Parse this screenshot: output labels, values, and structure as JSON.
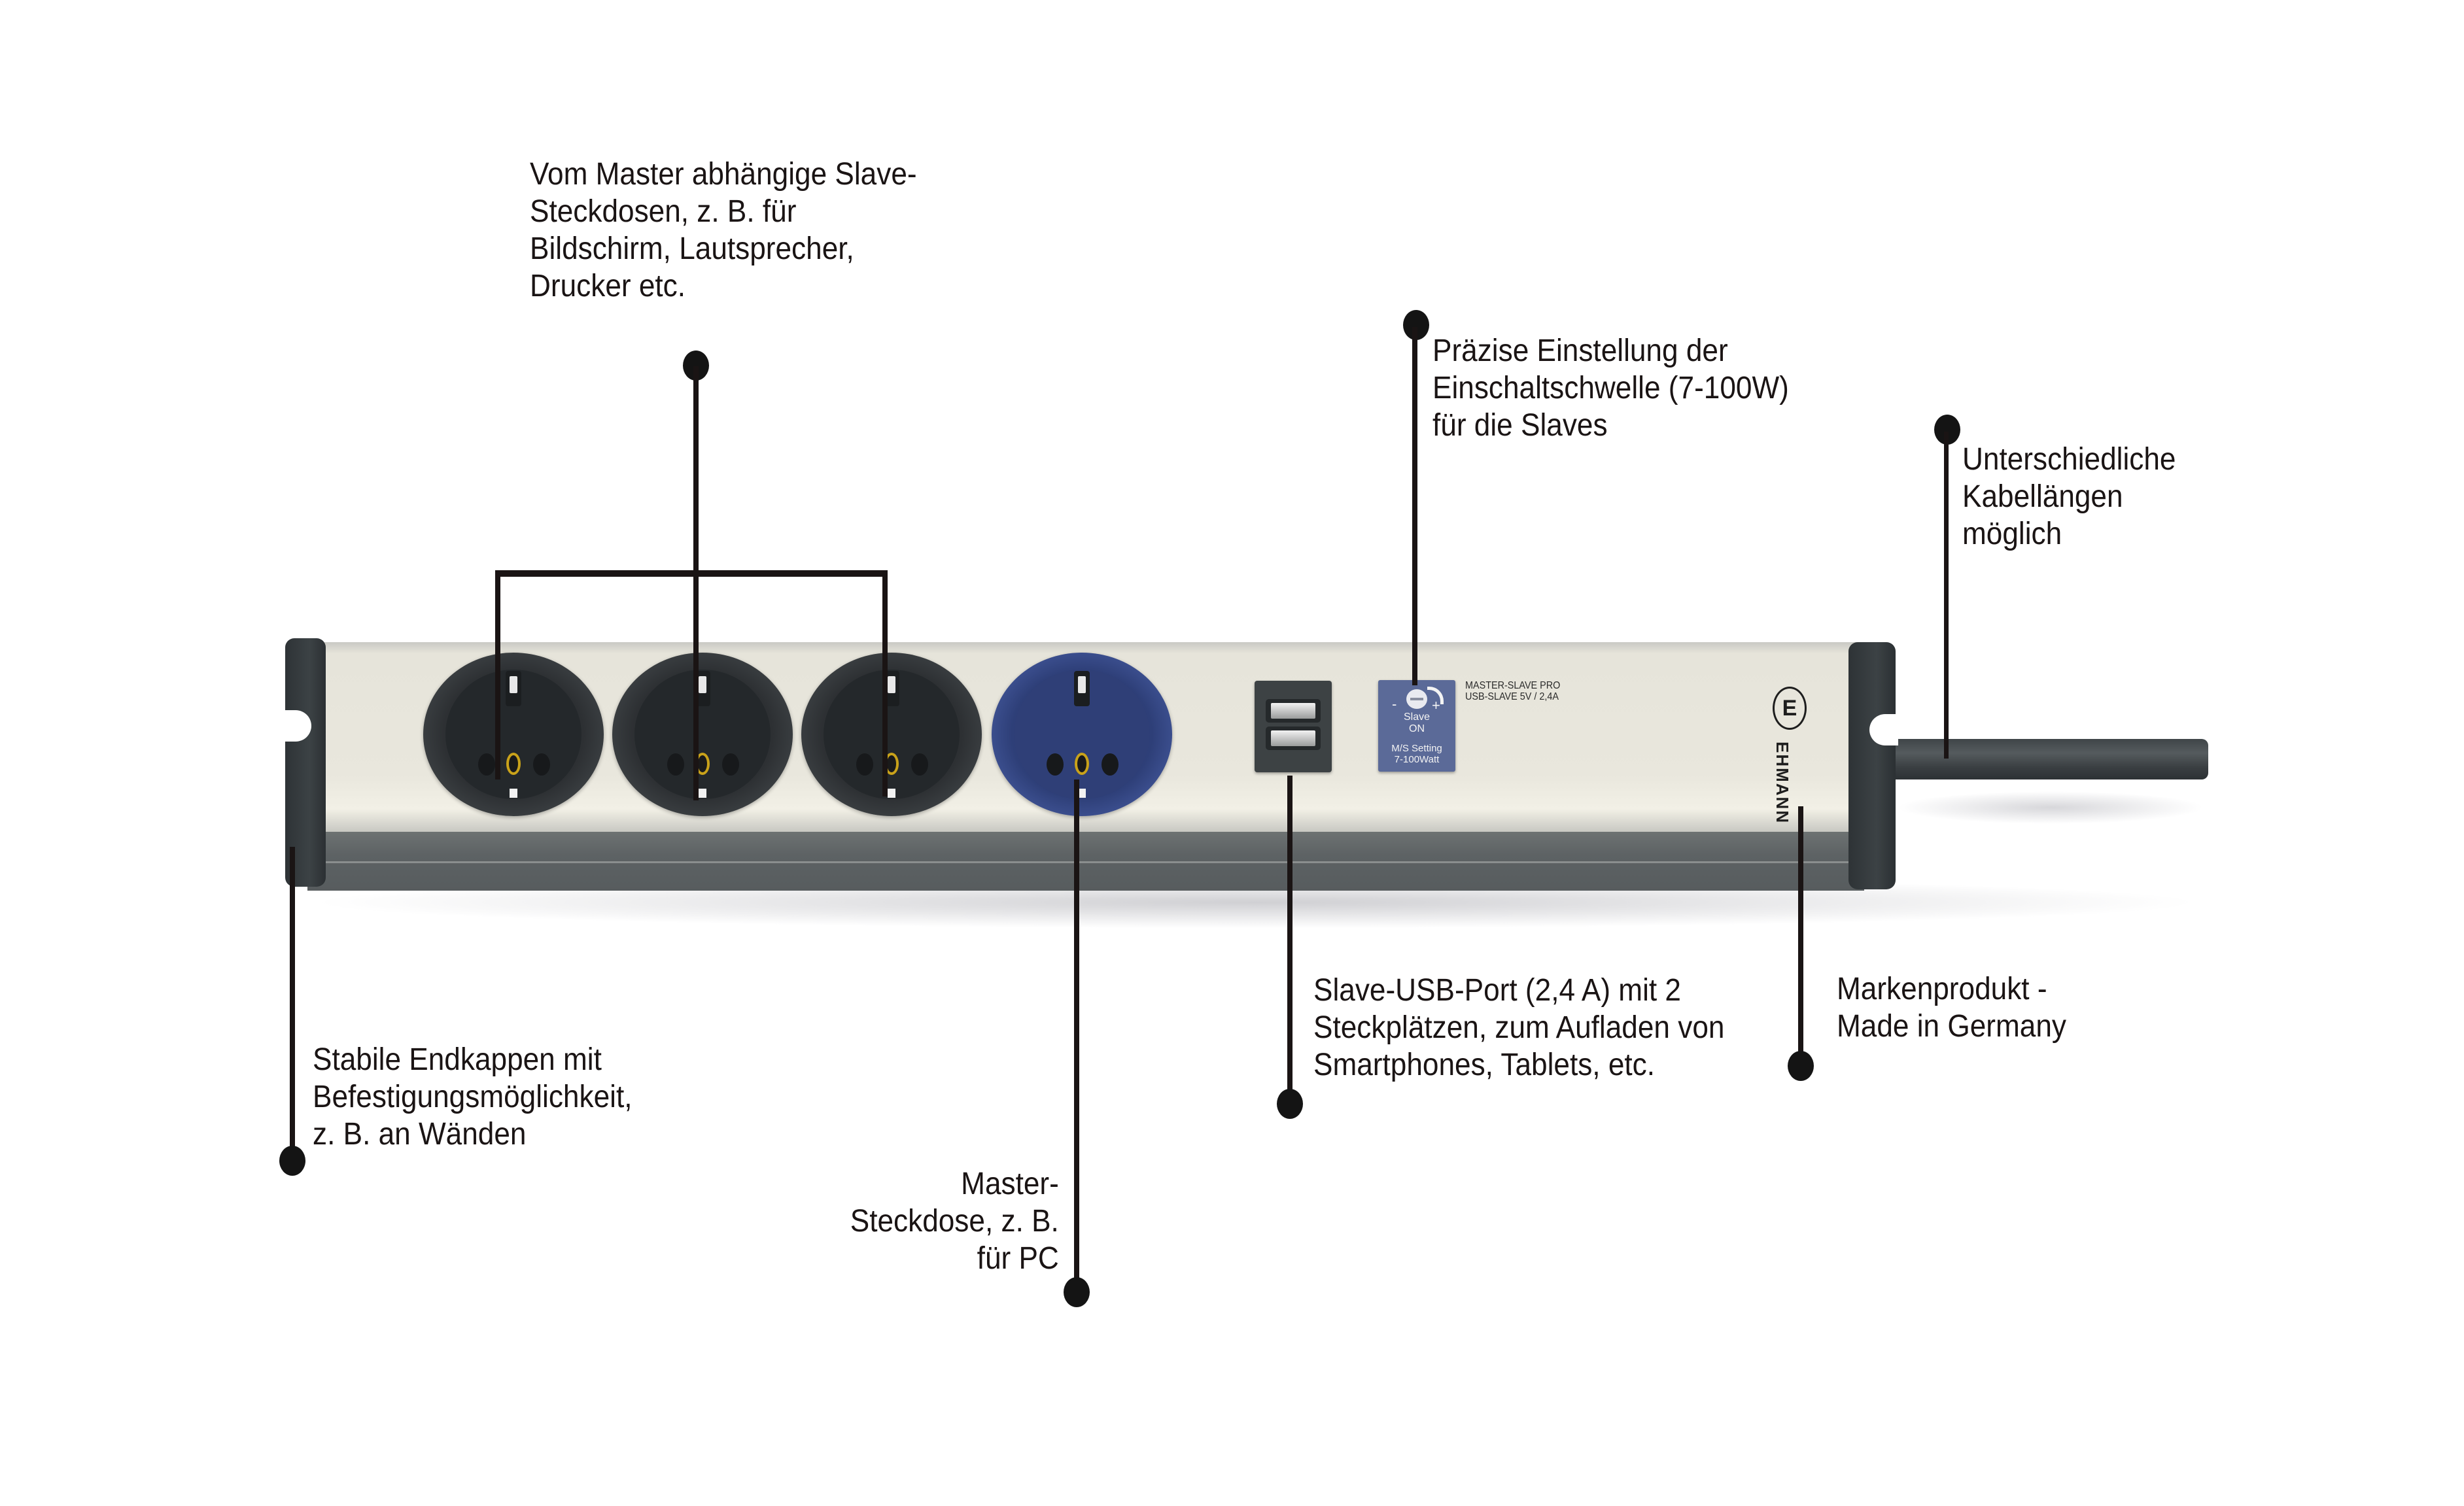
{
  "callouts": {
    "slave_sockets": [
      "Vom Master abhängige Slave-",
      "Steckdosen, z. B. für",
      "Bildschirm, Lautsprecher,",
      "Drucker etc."
    ],
    "threshold": [
      "Präzise Einstellung der",
      "Einschaltschwelle (7-100W)",
      "für die Slaves"
    ],
    "cable": [
      "Unterschiedliche",
      "Kabellängen",
      "möglich"
    ],
    "end_caps": [
      "Stabile Endkappen mit",
      "Befestigungsmöglichkeit,",
      "z. B. an Wänden"
    ],
    "master_socket": [
      "Master-",
      "Steckdose, z. B.",
      "für PC"
    ],
    "usb": [
      "Slave-USB-Port (2,4 A) mit 2",
      "Steckplätzen, zum Aufladen von",
      "Smartphones, Tablets, etc."
    ],
    "brand": [
      "Markenprodukt -",
      "Made in Germany"
    ]
  },
  "device": {
    "dial_minus": "-",
    "dial_plus": "+",
    "dial_line1": "Slave",
    "dial_line2": "ON",
    "dial_line3": "M/S Setting",
    "dial_line4": "7-100Watt",
    "model_line1": "MASTER-SLAVE PRO",
    "model_line2": "USB-SLAVE 5V / 2,4A",
    "logo_glyph": "E",
    "brand_name": "EHMANN",
    "sockets": [
      {
        "role": "slave",
        "color": "#2d3033"
      },
      {
        "role": "slave",
        "color": "#2d3033"
      },
      {
        "role": "slave",
        "color": "#2d3033"
      },
      {
        "role": "master",
        "color": "#2e3f78"
      }
    ],
    "usb_ports": 2
  }
}
